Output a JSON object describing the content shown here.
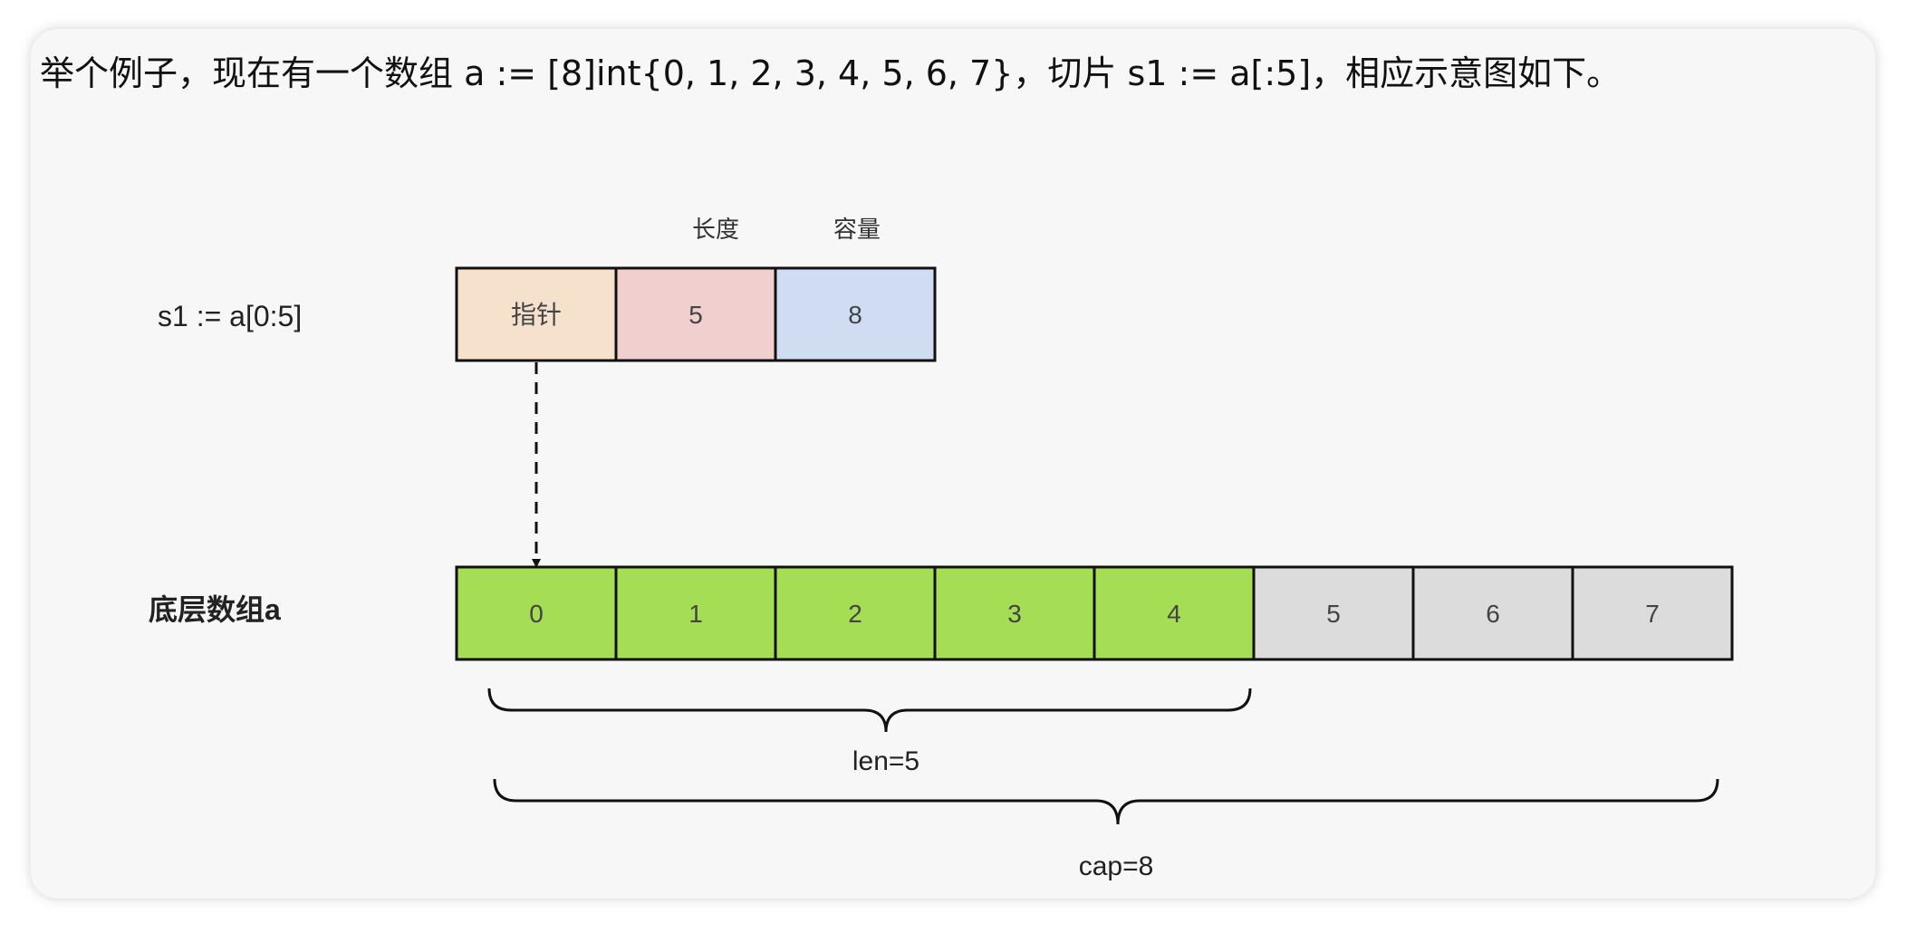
{
  "caption": "举个例子，现在有一个数组 a := [8]int{0, 1, 2, 3, 4, 5, 6, 7}，切片 s1 := a[:5]，相应示意图如下。",
  "slice": {
    "label": "s1 := a[0:5]",
    "len_header": "长度",
    "cap_header": "容量",
    "cells": [
      {
        "name": "pointer",
        "text": "指针",
        "color": "#f6e1cc"
      },
      {
        "name": "length",
        "text": "5",
        "color": "#f2cfcf"
      },
      {
        "name": "capacity",
        "text": "8",
        "color": "#cfdcf2"
      }
    ]
  },
  "array": {
    "label": "底层数组a",
    "values": [
      "0",
      "1",
      "2",
      "3",
      "4",
      "5",
      "6",
      "7"
    ],
    "in_slice_count": 5,
    "in_slice_color": "#a5dd55",
    "out_slice_color": "#dcdcdc"
  },
  "braces": {
    "len_label": "len=5",
    "cap_label": "cap=8"
  }
}
